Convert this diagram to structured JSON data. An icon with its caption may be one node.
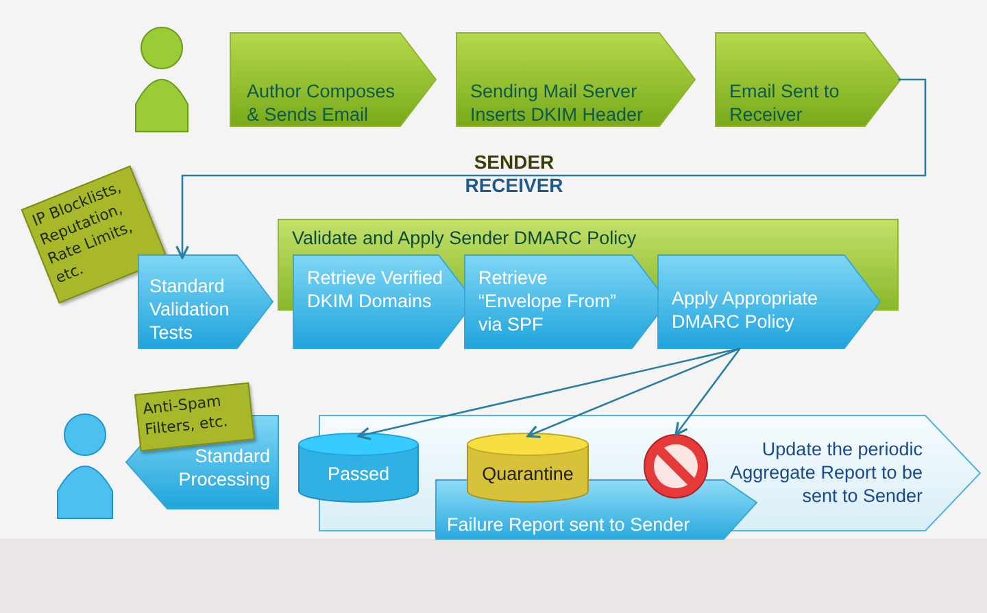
{
  "diagram": {
    "nodes": [
      {
        "text": [],
        "shape": "person"
      },
      {
        "text": [
          "Author Composes & Sends Email"
        ]
      },
      {
        "text": [
          "Sending Mail Server Inserts DKIM Header"
        ]
      },
      {
        "text": [
          "Email Sent to Receiver"
        ]
      },
      {
        "text": [
          "IP Blocklists, Reputation, Rate Limits, etc."
        ]
      },
      {
        "text": [
          "Standard Validation Tests"
        ]
      },
      {
        "text": [
          "Validate and Apply Sender DMARC Policy"
        ]
      },
      {
        "text": [
          "Retrieve Verified DKIM Domains"
        ]
      },
      {
        "text": [
          "Retrieve “Envelope From” via SPF"
        ]
      },
      {
        "text": [
          "Apply Appropriate DMARC Policy"
        ]
      },
      {
        "text": [],
        "shape": "person"
      },
      {
        "text": [
          "Standard Processing"
        ]
      },
      {
        "text": [
          "Anti-Spam Filters, etc."
        ]
      },
      {
        "text": [
          "Update the periodic Aggregate Report to be sent to Sender"
        ]
      },
      {
        "text": [
          "Passed"
        ]
      },
      {
        "text": [
          "Quarantine"
        ],
        "in": 13
      },
      {
        "text": [],
        "shape": "circle",
        "in": 13
      },
      {
        "text": [
          "Failure Report sent to Sender"
        ]
      }
    ],
    "edges": [
      {
        "from": 3,
        "to": 5,
        "arrow": "to"
      },
      {
        "from": 9,
        "to": 14,
        "arrow": "to"
      },
      {
        "from": 9,
        "to": 15,
        "arrow": "to"
      },
      {
        "from": 9,
        "to": 16,
        "arrow": "to"
      }
    ],
    "labels": [
      "SENDER",
      "RECEIVER"
    ]
  }
}
